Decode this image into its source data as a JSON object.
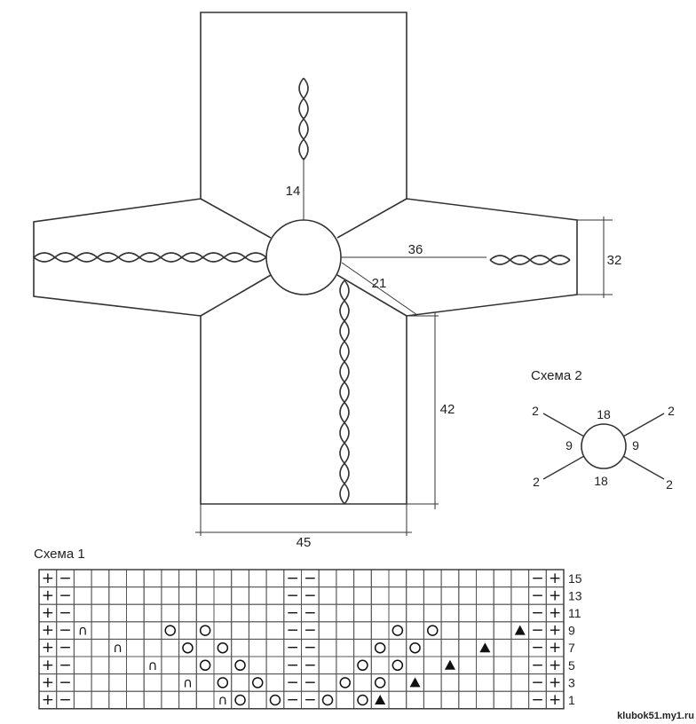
{
  "diagram": {
    "measurements": {
      "neck_to_chest": "14",
      "sleeve_length": "36",
      "sleeve_width": "32",
      "raglan": "21",
      "body_length": "42",
      "body_width": "45"
    },
    "scheme2": {
      "title": "Схема 2",
      "top": "18",
      "bottom": "18",
      "left": "9",
      "right": "9",
      "tl": "2",
      "tr": "2",
      "bl": "2",
      "br": "2"
    },
    "scheme1": {
      "title": "Схема 1",
      "row_numbers": [
        "15",
        "13",
        "11",
        "9",
        "7",
        "5",
        "3",
        "1"
      ],
      "columns": 30,
      "legend_note": "",
      "rows": [
        {
          "row": "15",
          "cells": {
            "0": "+",
            "1": "−",
            "14": "−",
            "15": "−",
            "28": "−",
            "29": "+"
          }
        },
        {
          "row": "13",
          "cells": {
            "0": "+",
            "1": "−",
            "14": "−",
            "15": "−",
            "28": "−",
            "29": "+"
          }
        },
        {
          "row": "11",
          "cells": {
            "0": "+",
            "1": "−",
            "14": "−",
            "15": "−",
            "28": "−",
            "29": "+"
          }
        },
        {
          "row": "9",
          "cells": {
            "0": "+",
            "1": "−",
            "2": "∩",
            "7": "○",
            "9": "○",
            "14": "−",
            "15": "−",
            "20": "○",
            "22": "○",
            "27": "▲",
            "28": "−",
            "29": "+"
          }
        },
        {
          "row": "7",
          "cells": {
            "0": "+",
            "1": "−",
            "4": "∩",
            "8": "○",
            "10": "○",
            "14": "−",
            "15": "−",
            "19": "○",
            "21": "○",
            "25": "▲",
            "28": "−",
            "29": "+"
          }
        },
        {
          "row": "5",
          "cells": {
            "0": "+",
            "1": "−",
            "6": "∩",
            "9": "○",
            "11": "○",
            "14": "−",
            "15": "−",
            "18": "○",
            "20": "○",
            "23": "▲",
            "28": "−",
            "29": "+"
          }
        },
        {
          "row": "3",
          "cells": {
            "0": "+",
            "1": "−",
            "8": "∩",
            "10": "○",
            "12": "○",
            "14": "−",
            "15": "−",
            "17": "○",
            "19": "○",
            "21": "▲",
            "28": "−",
            "29": "+"
          }
        },
        {
          "row": "1",
          "cells": {
            "0": "+",
            "1": "−",
            "10": "∩",
            "11": "○",
            "13": "○",
            "14": "−",
            "15": "−",
            "16": "○",
            "18": "○",
            "19": "▲",
            "28": "−",
            "29": "+"
          }
        }
      ]
    },
    "watermark": "klubok51.my1.ru"
  }
}
